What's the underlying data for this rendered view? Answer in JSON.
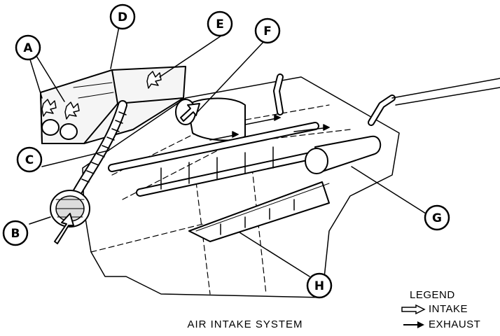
{
  "figure": {
    "caption": "AIR INTAKE SYSTEM",
    "callouts": [
      "A",
      "B",
      "C",
      "D",
      "E",
      "F",
      "G",
      "H"
    ]
  },
  "legend": {
    "title": "LEGEND",
    "intake_label": "INTAKE",
    "exhaust_label": "EXHAUST"
  }
}
